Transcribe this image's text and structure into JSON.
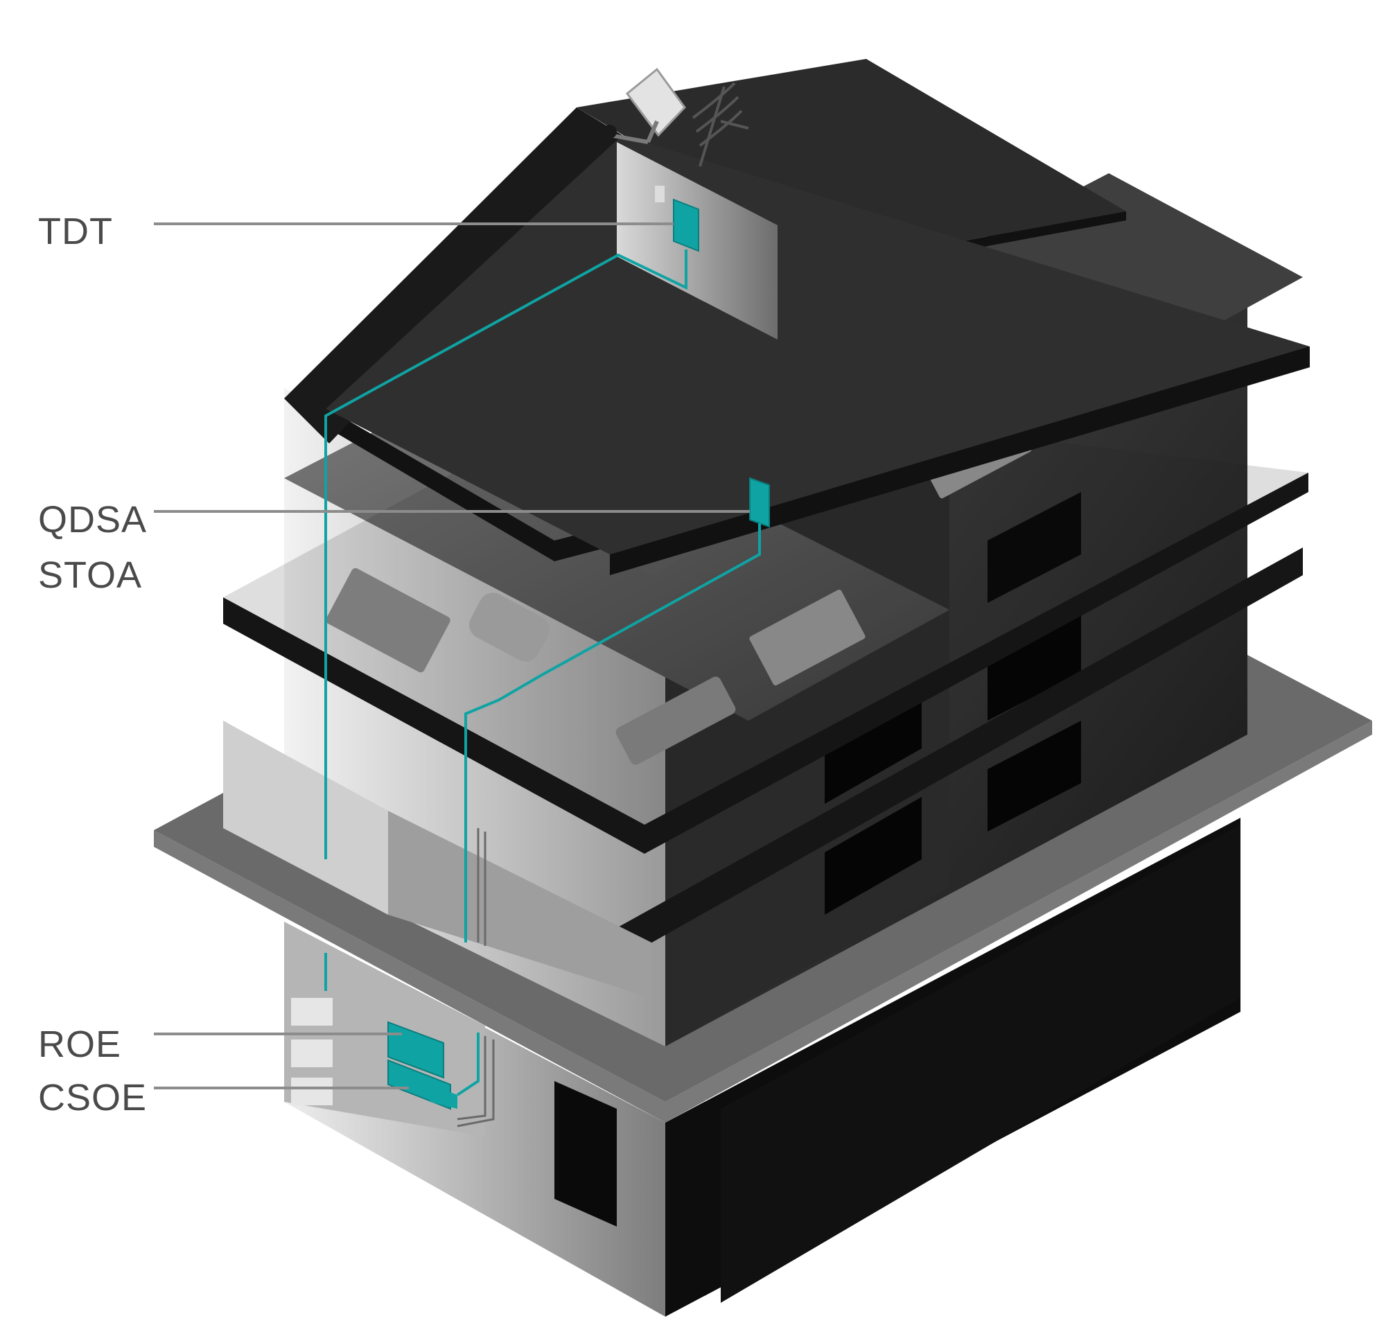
{
  "callouts": {
    "tdt": "TDT",
    "qdsa": "QDSA",
    "stoa": "STOA",
    "roe": "ROE",
    "csoe": "CSOE"
  },
  "colors": {
    "accent": "#0fa3a3",
    "roof": "#2b2b2b",
    "wall_light": "#bdbdbd",
    "wall_dark": "#3a3a3a",
    "slab": "#1c1c1c",
    "leader": "#8c8c8c"
  },
  "icons": [
    "satellite-dish-icon",
    "tv-antenna-icon"
  ]
}
